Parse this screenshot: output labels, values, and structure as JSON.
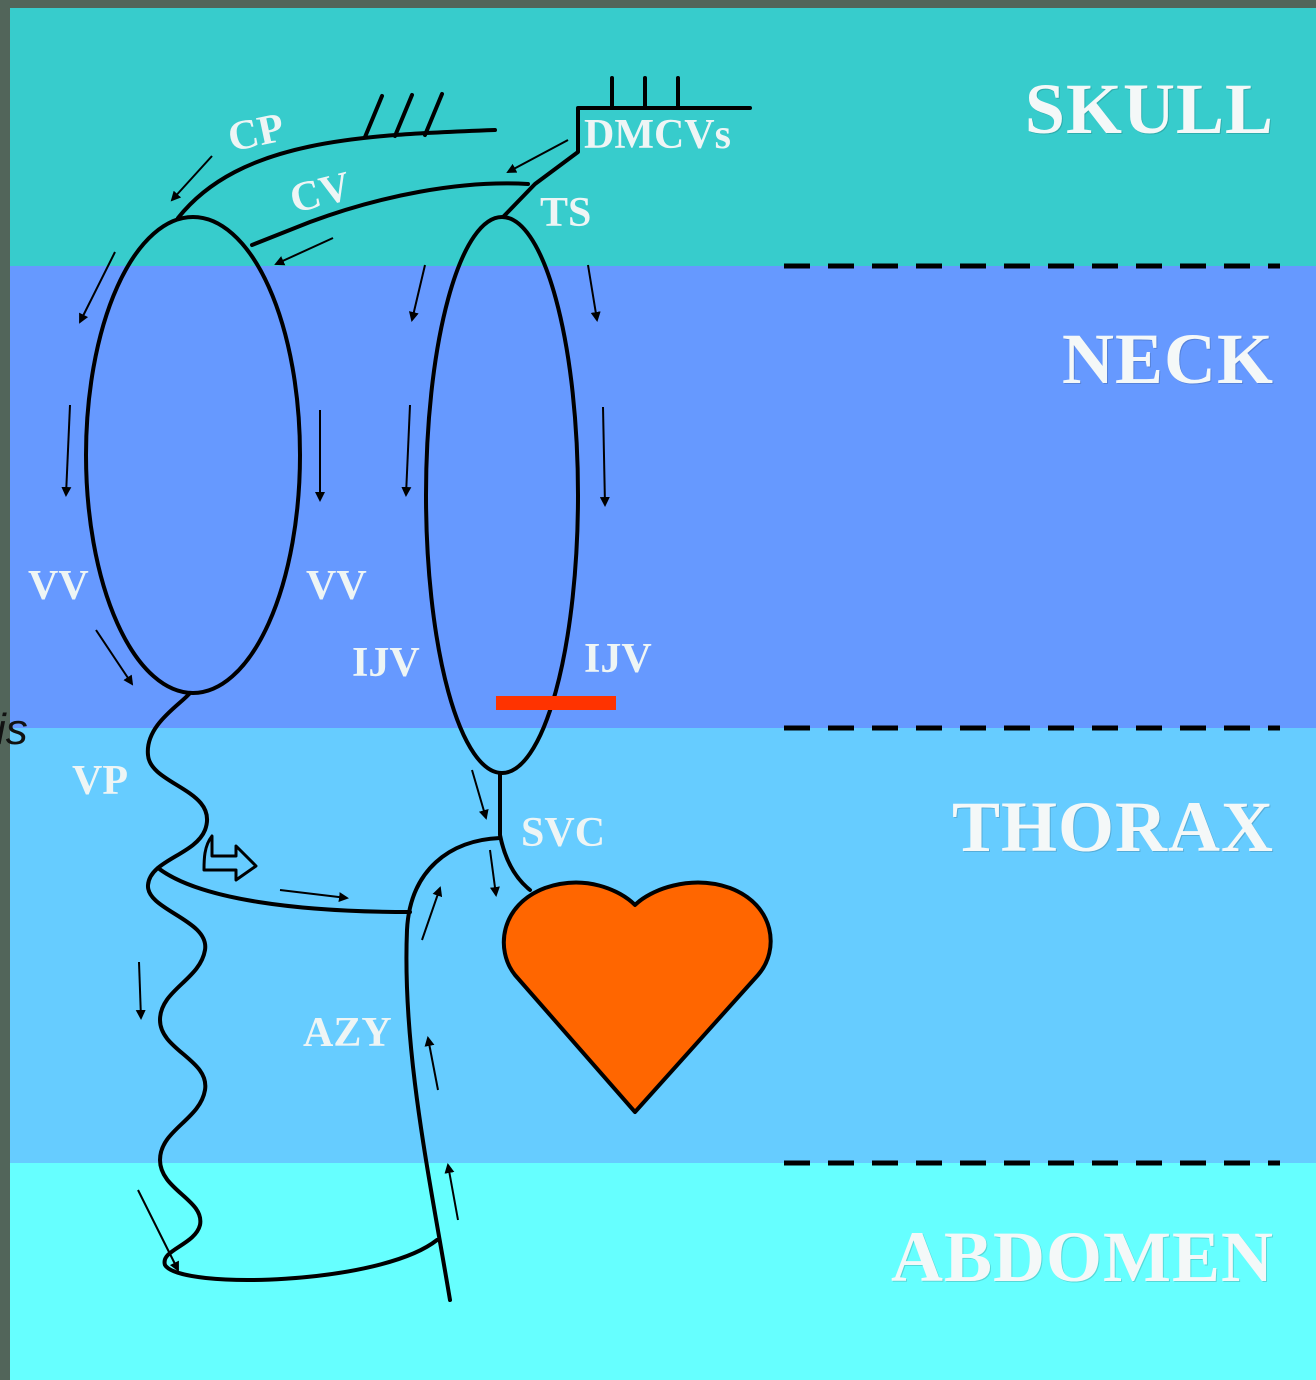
{
  "regions": {
    "skull": {
      "label": "SKULL",
      "color": "#37cccc"
    },
    "neck": {
      "label": "NECK",
      "color": "#6699ff"
    },
    "thorax": {
      "label": "THORAX",
      "color": "#66ccff"
    },
    "abdomen": {
      "label": "ABDOMEN",
      "color": "#66ffff"
    }
  },
  "vessels": {
    "cp": "CP",
    "cv": "CV",
    "dmcvs": "DMCVs",
    "ts": "TS",
    "vv_left": "VV",
    "vv_right": "VV",
    "ijv_left": "IJV",
    "ijv_right": "IJV",
    "vp": "VP",
    "svc": "SVC",
    "azy": "AZY"
  },
  "stray_text": "is",
  "colors": {
    "heart": "#ff6600",
    "marker": "#ff3300",
    "line": "#000000",
    "divider": "#000000"
  }
}
